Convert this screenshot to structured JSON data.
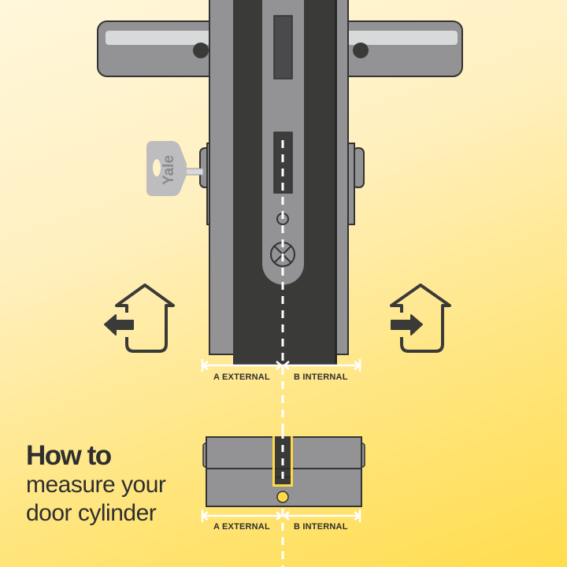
{
  "title": {
    "line1": "How to",
    "line2": "measure your",
    "line3": "door cylinder"
  },
  "door_diagram": {
    "key_brand": "Yale",
    "label_a": "A EXTERNAL",
    "label_b": "B INTERNAL",
    "left_icon": "exit-house-icon",
    "right_icon": "enter-house-icon"
  },
  "cylinder_diagram": {
    "label_a": "A EXTERNAL",
    "label_b": "B INTERNAL"
  },
  "colors": {
    "background_top": "#FFF7DC",
    "background_bottom": "#FFDD4F",
    "dark": "#3a3a38",
    "metal": "#939396",
    "metal_light": "#d8d9db",
    "accent_yellow": "#FFD84A",
    "white": "#ffffff"
  }
}
